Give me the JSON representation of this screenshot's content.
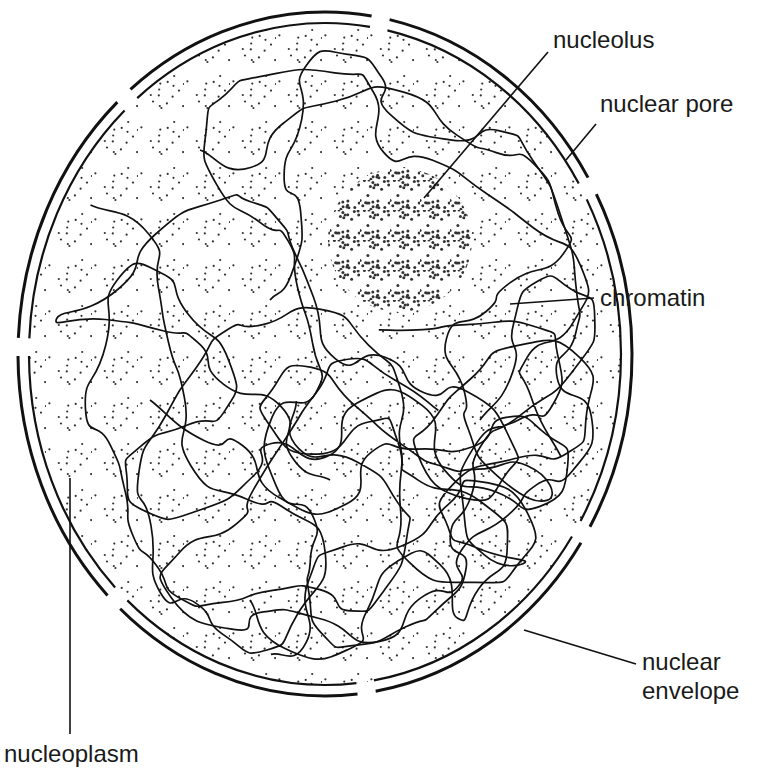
{
  "diagram": {
    "labels": [
      "nucleolus",
      "nuclear pore",
      "chromatin",
      "nuclear envelope",
      "nucleoplasm"
    ]
  }
}
